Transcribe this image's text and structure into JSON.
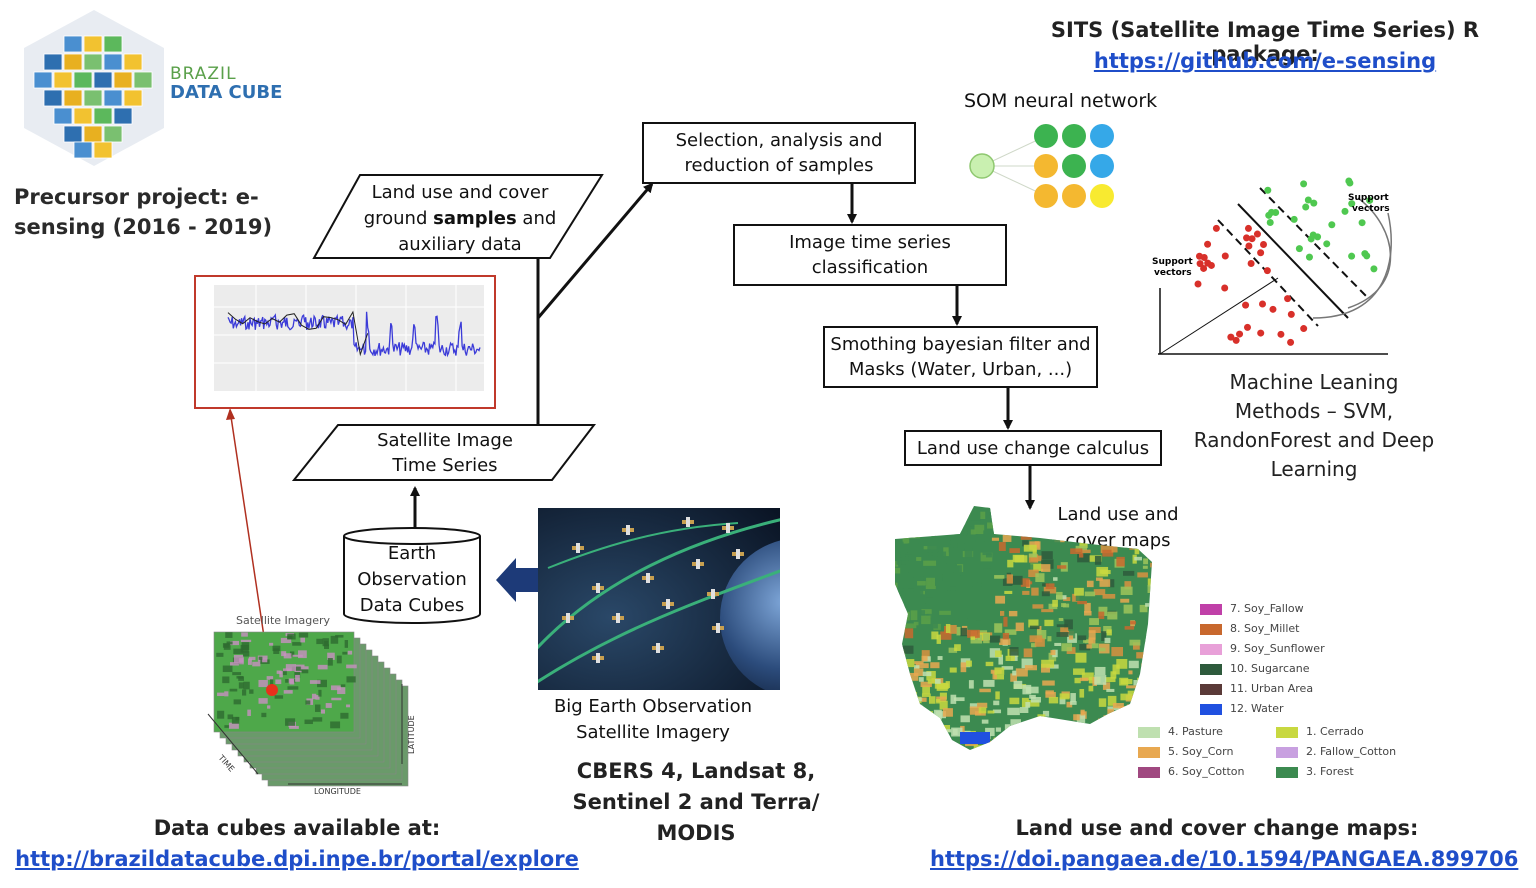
{
  "logo": {
    "line1": "BRAZIL",
    "line2": "DATA CUBE"
  },
  "precursor": {
    "line1": "Precursor project: e-",
    "line2": "sensing (2016 - 2019)"
  },
  "sits": {
    "title": "SITS (Satellite Image Time Series) R package:",
    "url": "https://github.com/e-sensing"
  },
  "flow": {
    "samples": {
      "line1": "Land use and cover",
      "line2_pre": "ground ",
      "line2_bold": "samples",
      "line2_post": " and",
      "line3": "auxiliary data"
    },
    "selection": {
      "line1": "Selection, analysis and",
      "line2": "reduction of samples"
    },
    "classification": {
      "line1": "Image time series",
      "line2": "classification"
    },
    "smoothing": {
      "line1": "Smothing bayesian filter and",
      "line2": "Masks (Water, Urban, ...)"
    },
    "change": {
      "line1": "Land use change calculus"
    },
    "sits_series": {
      "line1": "Satellite Image",
      "line2": "Time Series"
    },
    "cubes": {
      "line1": "Earth",
      "line2": "Observation",
      "line3": "Data Cubes"
    }
  },
  "som": {
    "label": "SOM neural network"
  },
  "svm": {
    "support1": "Support",
    "support1b": "vectors",
    "support2": "Support",
    "support2b": "vectors"
  },
  "ml": {
    "line1": "Machine Leaning",
    "line2": "Methods – SVM,",
    "line3": "RandonForest and Deep",
    "line4": "Learning"
  },
  "maps_label": {
    "line1": "Land use and",
    "line2": "cover maps"
  },
  "legend": [
    {
      "label": "7. Soy_Fallow",
      "color": "#c040a8"
    },
    {
      "label": "8. Soy_Millet",
      "color": "#c8682e"
    },
    {
      "label": "9. Soy_Sunflower",
      "color": "#e8a0d8"
    },
    {
      "label": "10. Sugarcane",
      "color": "#2e5a3c"
    },
    {
      "label": "11. Urban Area",
      "color": "#5a3a38"
    },
    {
      "label": "12. Water",
      "color": "#2050e0"
    },
    {
      "label": "4. Pasture",
      "color": "#bfe0b0"
    },
    {
      "label": "5. Soy_Corn",
      "color": "#e8a850"
    },
    {
      "label": "6. Soy_Cotton",
      "color": "#a04880"
    },
    {
      "label": "1. Cerrado",
      "color": "#c8d840"
    },
    {
      "label": "2. Fallow_Cotton",
      "color": "#c8a0e0"
    },
    {
      "label": "3. Forest",
      "color": "#3c8a50"
    }
  ],
  "cube_img": {
    "title": "Satellite Imagery",
    "time": "TIME",
    "longitude": "LONGITUDE",
    "latitude": "LATITUDE"
  },
  "sat_caption": {
    "line1": "Big Earth Observation",
    "line2": "Satellite Imagery"
  },
  "sensors": {
    "line1": "CBERS 4, Landsat 8,",
    "line2": "Sentinel 2 and Terra/",
    "line3": "MODIS"
  },
  "datacubes": {
    "title": "Data cubes available at:",
    "url": "http://brazildatacube.dpi.inpe.br/portal/explore"
  },
  "changemaps": {
    "title": "Land use and cover change maps:",
    "url": "https://doi.pangaea.de/10.1594/PANGAEA.899706"
  },
  "colors": {
    "link": "#1f4ec9",
    "frame_red": "#c0392b",
    "series_blue": "#3b3bd8",
    "arrow_navy": "#1d3a78"
  }
}
